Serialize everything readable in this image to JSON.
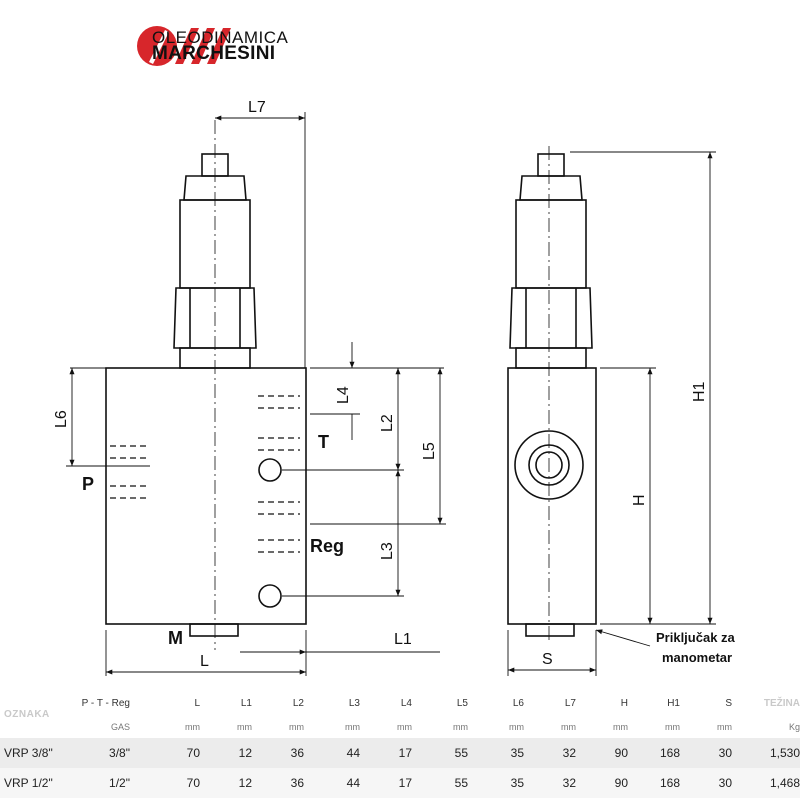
{
  "brand": {
    "line1": "OLEODINAMICA",
    "line2": "MARCHESINI",
    "logo_color": "#d7262b"
  },
  "drawing": {
    "labels": {
      "L7": "L7",
      "L6": "L6",
      "L4": "L4",
      "L2": "L2",
      "L5": "L5",
      "L3": "L3",
      "L": "L",
      "L1": "L1",
      "H": "H",
      "H1": "H1",
      "S": "S"
    },
    "ports": {
      "P": "P",
      "T": "T",
      "Reg": "Reg",
      "M": "M"
    },
    "note_line1": "Priključak za",
    "note_line2": "manometar"
  },
  "table": {
    "oznaka": "OZNAKA",
    "port_header": "P - T - Reg",
    "port_unit": "GAS",
    "columns": [
      "L",
      "L1",
      "L2",
      "L3",
      "L4",
      "L5",
      "L6",
      "L7",
      "H",
      "H1",
      "S"
    ],
    "col_unit": "mm",
    "weight_header": "TEŽINA",
    "weight_unit": "Kg",
    "rows": [
      {
        "model": "VRP 3/8\"",
        "port": "3/8\"",
        "values": [
          "70",
          "12",
          "36",
          "44",
          "17",
          "55",
          "35",
          "32",
          "90",
          "168",
          "30"
        ],
        "weight": "1,530"
      },
      {
        "model": "VRP 1/2\"",
        "port": "1/2\"",
        "values": [
          "70",
          "12",
          "36",
          "44",
          "17",
          "55",
          "35",
          "32",
          "90",
          "168",
          "30"
        ],
        "weight": "1,468"
      }
    ]
  }
}
